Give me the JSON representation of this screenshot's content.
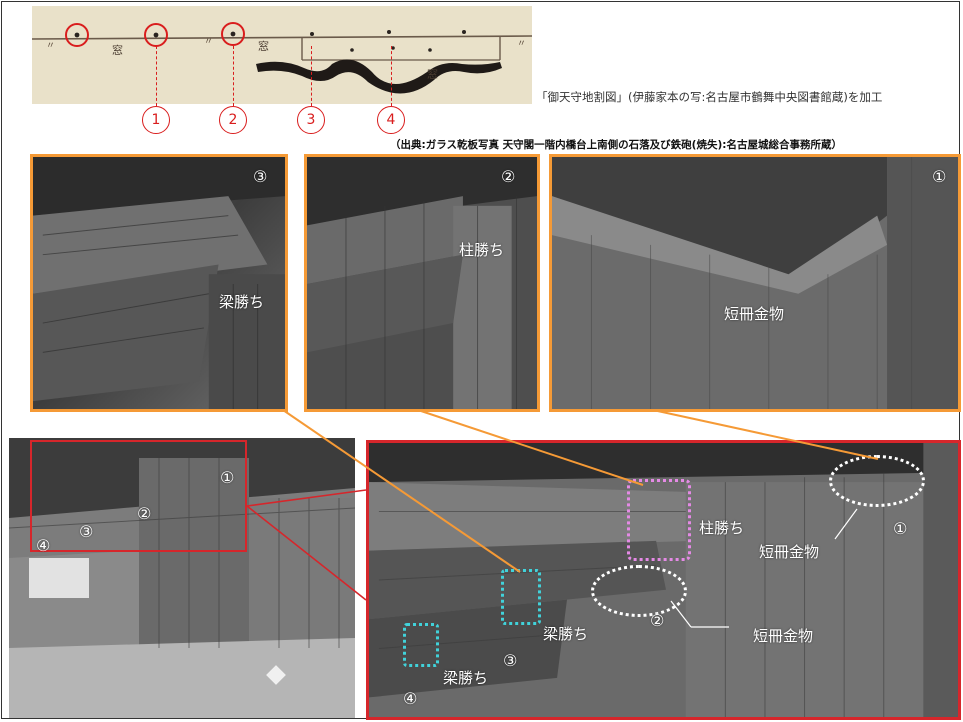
{
  "plan_caption": "「御天守地割図」(伊藤家本の写:名古屋市鶴舞中央図書館蔵)を加工",
  "source_caption": "（出典:ガラス乾板写真 天守閣一階内橋台上南側の石落及び鉄砲(焼失):名古屋城総合事務所蔵）",
  "plan_markers": [
    "1",
    "2",
    "3",
    "4"
  ],
  "plan_glyph": "窓",
  "panels": {
    "p3": {
      "marker": "③",
      "label": "梁勝ち"
    },
    "p2": {
      "marker": "②",
      "label": "柱勝ち"
    },
    "p1": {
      "marker": "①",
      "label": "短冊金物"
    }
  },
  "overview": {
    "m1": "①",
    "m2": "②",
    "m3": "③",
    "m4": "④"
  },
  "detail": {
    "m1": "①",
    "m2": "②",
    "m3": "③",
    "m4": "④",
    "hashira": "柱勝ち",
    "tanzaku1": "短冊金物",
    "tanzaku2": "短冊金物",
    "hari1": "梁勝ち",
    "hari2": "梁勝ち"
  },
  "colors": {
    "accent_red": "#d91d1d",
    "accent_orange": "#f59a36",
    "callout_pink": "#e58ae6",
    "callout_cyan": "#41d2da"
  }
}
